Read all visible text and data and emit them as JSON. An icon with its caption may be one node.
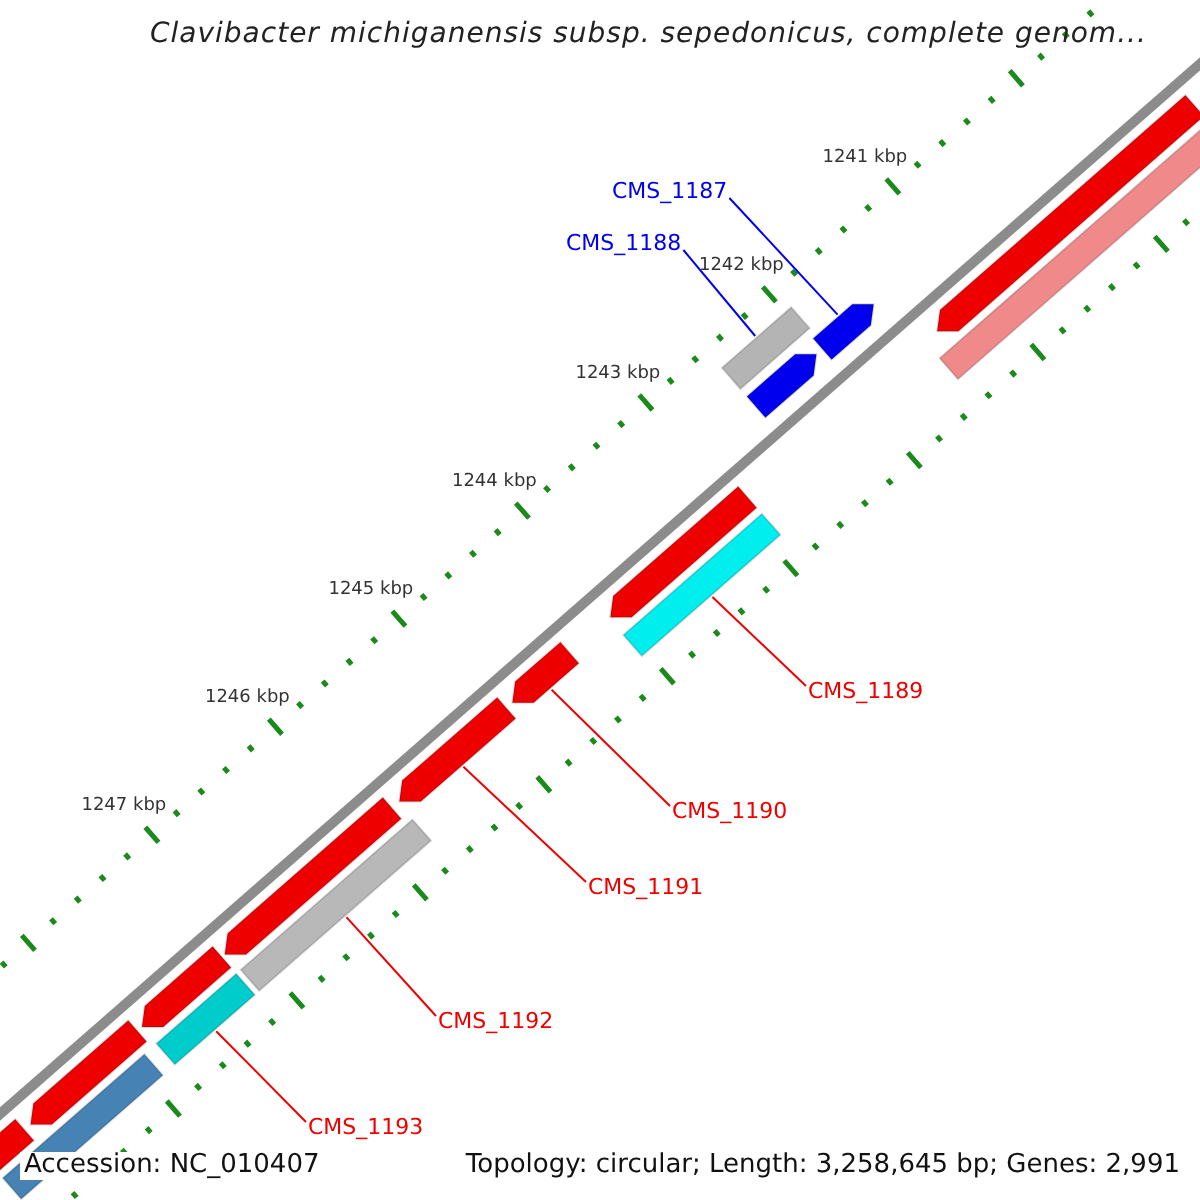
{
  "diagram": {
    "title": "Clavibacter michiganensis subsp. sepedonicus, complete genom...",
    "nodes": [
      {
        "text": [
          "CMS_1187"
        ]
      },
      {
        "text": [
          "CMS_1188"
        ]
      },
      {
        "text": [
          "CMS_1189"
        ]
      },
      {
        "text": [
          "CMS_1190"
        ]
      },
      {
        "text": [
          "CMS_1191"
        ]
      },
      {
        "text": [
          "CMS_1192"
        ]
      },
      {
        "text": [
          "CMS_1193"
        ]
      },
      {
        "text": [],
        "shape": "pentagon"
      },
      {
        "text": [],
        "shape": "bar"
      },
      {
        "text": [],
        "shape": "pentagon"
      },
      {
        "text": [],
        "shape": "bar"
      },
      {
        "text": [],
        "shape": "pentagon"
      },
      {
        "text": [],
        "shape": "pentagon"
      },
      {
        "text": [],
        "shape": "bar"
      },
      {
        "text": [],
        "shape": "pentagon"
      },
      {
        "text": [],
        "shape": "pentagon"
      },
      {
        "text": [],
        "shape": "pentagon"
      },
      {
        "text": [],
        "shape": "bar"
      },
      {
        "text": [],
        "shape": "pentagon"
      },
      {
        "text": [],
        "shape": "bar"
      },
      {
        "text": [],
        "shape": "pentagon"
      },
      {
        "text": [],
        "shape": "bar"
      },
      {
        "text": [],
        "shape": "pentagon"
      }
    ],
    "edges": [
      {
        "from": 0,
        "to": 9,
        "arrow": "none",
        "color": "#0000ee"
      },
      {
        "from": 1,
        "to": 10,
        "arrow": "none",
        "color": "#0000ee"
      },
      {
        "from": 2,
        "to": 13,
        "arrow": "none"
      },
      {
        "from": 3,
        "to": 14,
        "arrow": "none"
      },
      {
        "from": 4,
        "to": 15,
        "arrow": "none"
      },
      {
        "from": 5,
        "to": 17,
        "arrow": "none"
      },
      {
        "from": 6,
        "to": 19,
        "arrow": "none"
      }
    ],
    "labels": [
      "1241 kbp",
      "1242 kbp",
      "1243 kbp",
      "1244 kbp",
      "1245 kbp",
      "1246 kbp",
      "1247 kbp",
      "Accession: NC_010407",
      "Topology: circular; Length: 3,258,645 bp; Genes: 2,991"
    ]
  }
}
